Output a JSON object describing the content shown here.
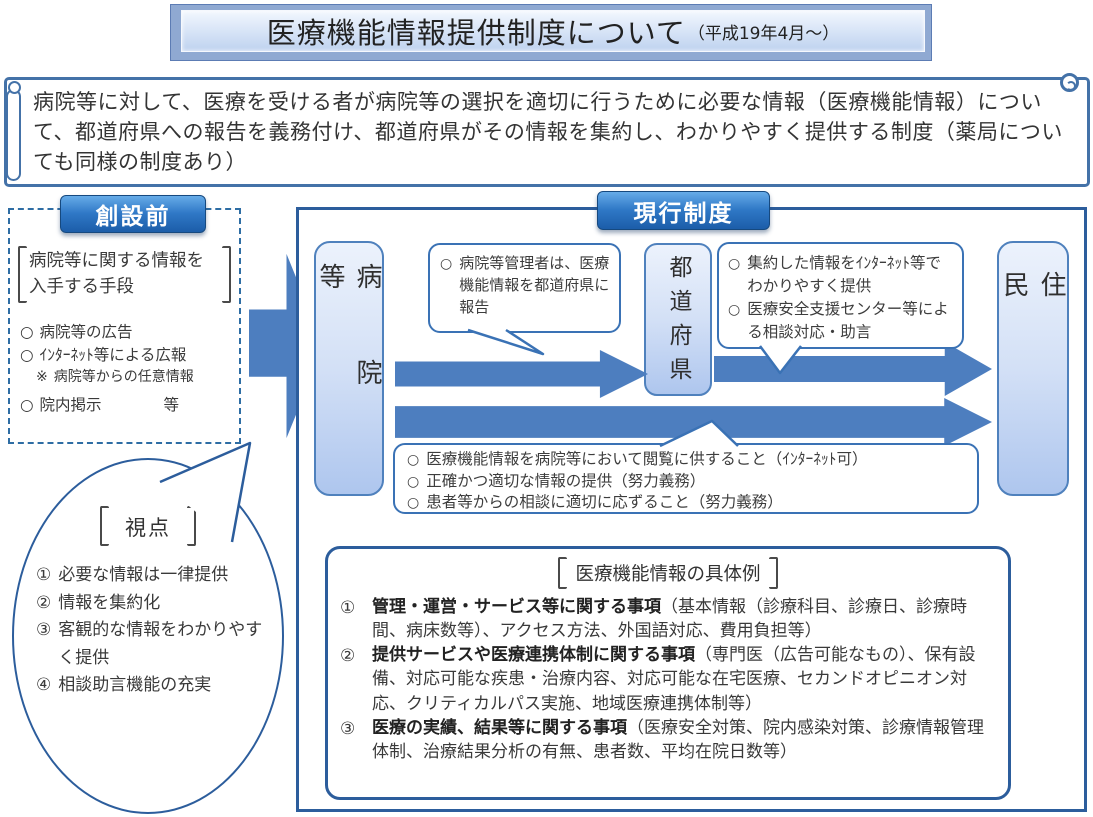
{
  "title": {
    "main": "医療機能情報提供制度について",
    "sub": "（平成19年4月～）"
  },
  "summary": "病院等に対して、医療を受ける者が病院等の選択を適切に行うために必要な情報（医療機能情報）について、都道府県への報告を義務付け、都道府県がその情報を集約し、わかりやすく提供する制度（薬局についても同様の制度あり）",
  "before_box": {
    "header": "創設前",
    "means_label": "病院等に関する情報を入手する手段",
    "items": [
      {
        "marker": "○",
        "text": "病院等の広告"
      },
      {
        "marker": "○",
        "text": "ｲﾝﾀｰﾈｯﾄ等による広報"
      },
      {
        "marker": "※",
        "text": "病院等からの任意情報"
      },
      {
        "marker": "○",
        "text": "院内掲示　　　　等"
      }
    ]
  },
  "current_box": {
    "header": "現行制度",
    "entities": {
      "hospital": "病院等",
      "prefecture": "都道府県",
      "residents": "住民"
    },
    "callout_report": {
      "marker": "○",
      "text": "病院等管理者は、医療機能情報を都道府県に報告"
    },
    "callout_provide": {
      "items": [
        {
          "marker": "○",
          "text": "集約した情報をｲﾝﾀｰﾈｯﾄ等でわかりやすく提供"
        },
        {
          "marker": "○",
          "text": "医療安全支援センター等による相談対応・助言"
        }
      ]
    },
    "callout_duty": {
      "items": [
        {
          "marker": "○",
          "text": "医療機能情報を病院等において閲覧に供すること（ｲﾝﾀｰﾈｯﾄ可）"
        },
        {
          "marker": "○",
          "text": "正確かつ適切な情報の提供（努力義務）"
        },
        {
          "marker": "○",
          "text": "患者等からの相談に適切に応ずること（努力義務）"
        }
      ]
    }
  },
  "viewpoint_bubble": {
    "header": "視点",
    "items": [
      {
        "num": "①",
        "text": "必要な情報は一律提供"
      },
      {
        "num": "②",
        "text": "情報を集約化"
      },
      {
        "num": "③",
        "text": "客観的な情報をわかりやすく提供"
      },
      {
        "num": "④",
        "text": "相談助言機能の充実"
      }
    ]
  },
  "examples_box": {
    "header": "医療機能情報の具体例",
    "items": [
      {
        "num": "①",
        "title": "管理・運営・サービス等に関する事項",
        "detail": "（基本情報（診療科目、診療日、診療時間、病床数等）、アクセス方法、外国語対応、費用負担等）"
      },
      {
        "num": "②",
        "title": "提供サービスや医療連携体制に関する事項",
        "detail": "（専門医（広告可能なもの）、保有設備、対応可能な疾患・治療内容、対応可能な在宅医療、セカンドオピニオン対応、クリティカルパス実施、地域医療連携体制等）"
      },
      {
        "num": "③",
        "title": "医療の実績、結果等に関する事項",
        "detail": "（医療安全対策、院内感染対策、診療情報管理体制、治療結果分析の有無、患者数、平均在院日数等）"
      }
    ]
  },
  "colors": {
    "accent_blue": "#4f81bd",
    "arrow_fill": "#4d7ebf",
    "dark_border": "#2c5d9c",
    "header_gradient_top": "#66abe8",
    "header_gradient_bottom": "#1c5da9",
    "entity_gradient_top": "#ecf2fc",
    "entity_gradient_bottom": "#aec6ee"
  }
}
